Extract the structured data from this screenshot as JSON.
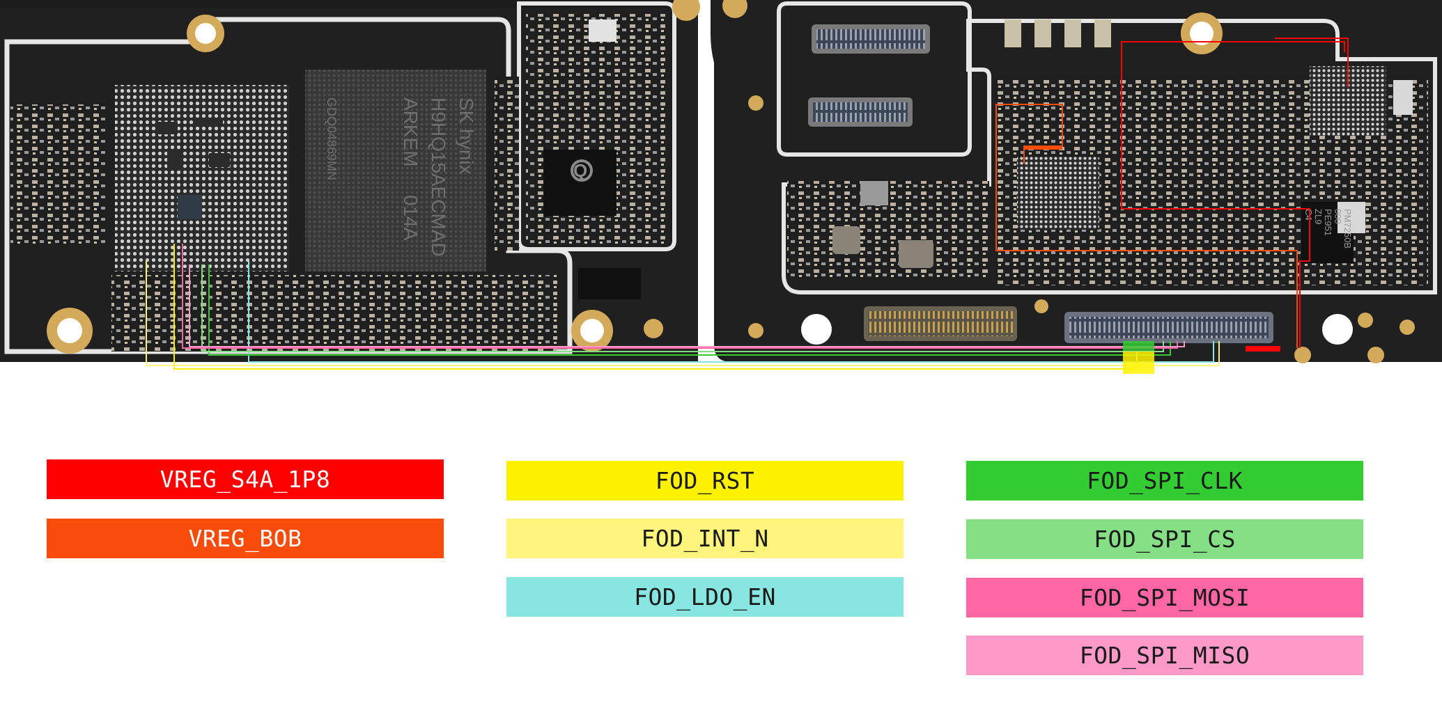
{
  "chip_markings": {
    "memory_brand": "SK hynix",
    "memory_part": "H9HQ15AECMAD",
    "memory_line3": "ARKEM",
    "memory_lot": "014A",
    "memory_side_code": "GDQ04869MN",
    "qualcomm_logo": "Q",
    "pmic_line1": "PM7250B",
    "pmic_line2": "000",
    "pmic_line3": "PE951",
    "pmic_line4": "ZL9",
    "pmic_line5": "C4"
  },
  "legend": {
    "vreg_s4a_1p8": {
      "label": "VREG_S4A_1P8",
      "color": "#ff0000",
      "text_color": "#ffffff"
    },
    "vreg_bob": {
      "label": "VREG_BOB",
      "color": "#f94b09",
      "text_color": "#ffffff"
    },
    "fod_rst": {
      "label": "FOD_RST",
      "color": "#fff200",
      "text_color": "#1a1a1a"
    },
    "fod_int_n": {
      "label": "FOD_INT_N",
      "color": "#fff47c",
      "text_color": "#1a1a1a"
    },
    "fod_ldo_en": {
      "label": "FOD_LDO_EN",
      "color": "#88e6e0",
      "text_color": "#1a1a1a"
    },
    "fod_spi_clk": {
      "label": "FOD_SPI_CLK",
      "color": "#33cc33",
      "text_color": "#1a1a1a"
    },
    "fod_spi_cs": {
      "label": "FOD_SPI_CS",
      "color": "#85df85",
      "text_color": "#1a1a1a"
    },
    "fod_spi_mosi": {
      "label": "FOD_SPI_MOSI",
      "color": "#ff66a3",
      "text_color": "#1a1a1a"
    },
    "fod_spi_miso": {
      "label": "FOD_SPI_MISO",
      "color": "#ff99c8",
      "text_color": "#1a1a1a"
    }
  }
}
